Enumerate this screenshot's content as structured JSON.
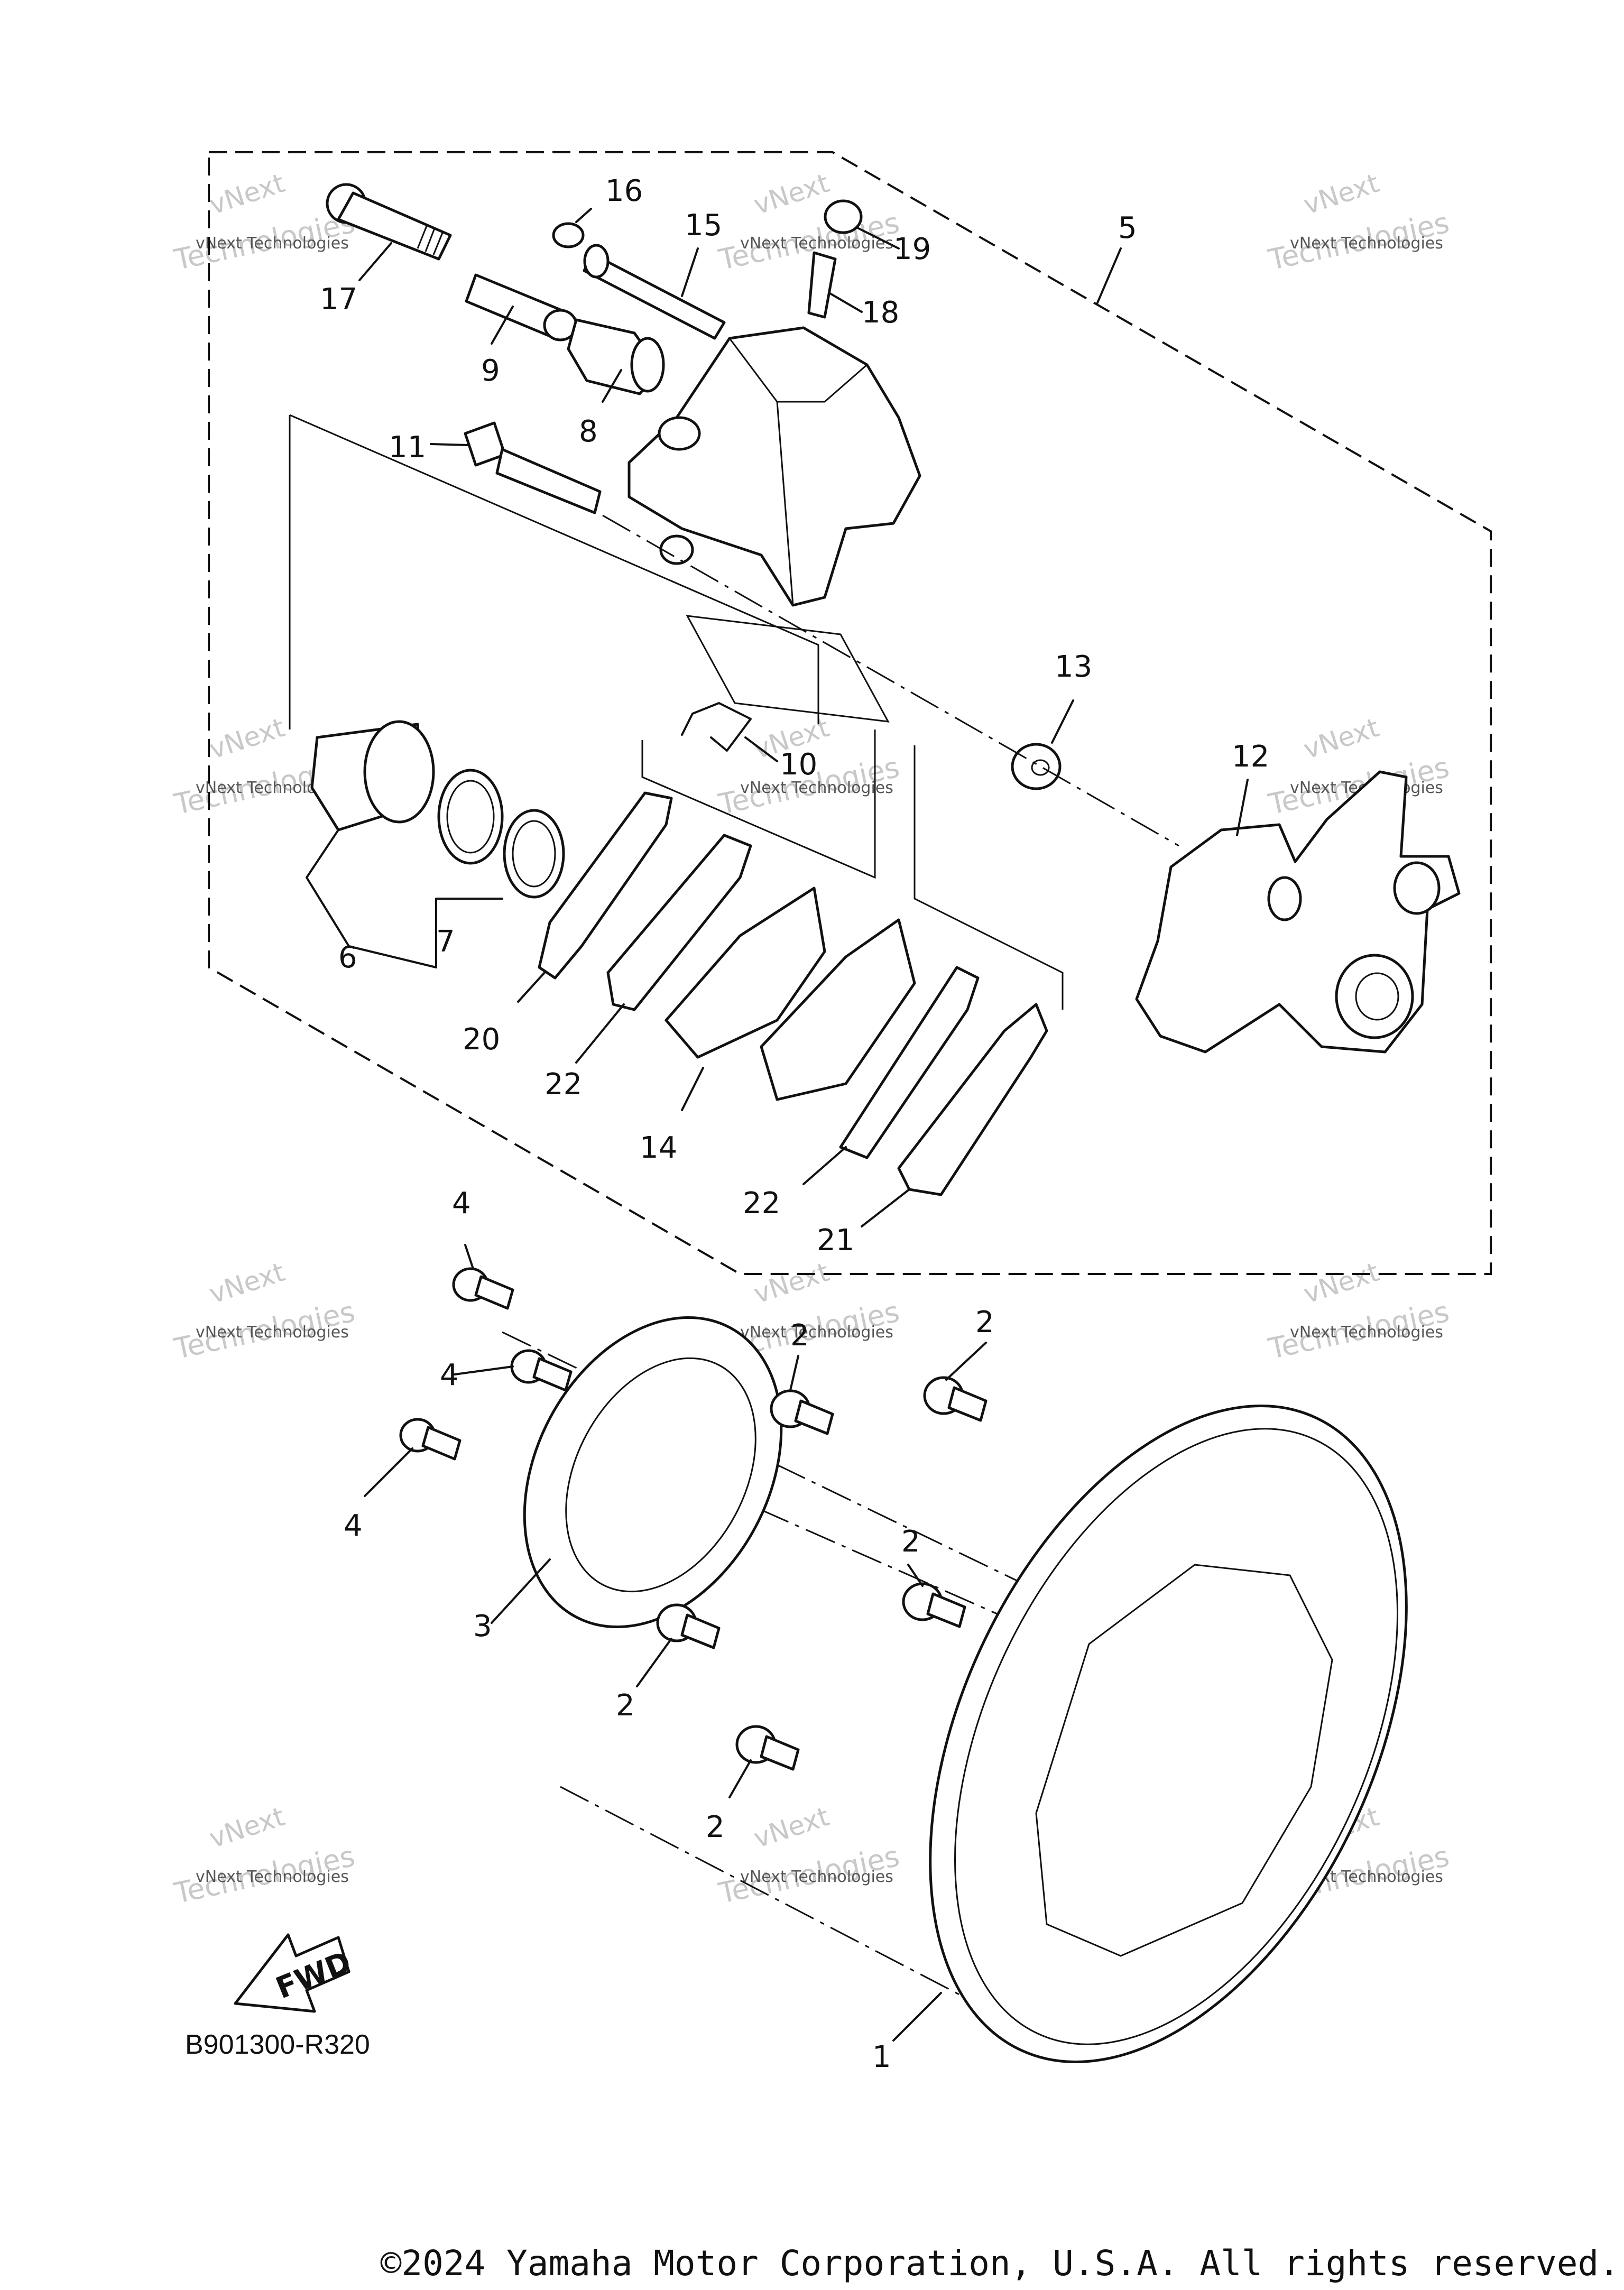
{
  "diagram": {
    "callouts": [
      {
        "id": "c16",
        "text": "16"
      },
      {
        "id": "c15",
        "text": "15"
      },
      {
        "id": "c19",
        "text": "19"
      },
      {
        "id": "c5",
        "text": "5"
      },
      {
        "id": "c17",
        "text": "17"
      },
      {
        "id": "c18",
        "text": "18"
      },
      {
        "id": "c9",
        "text": "9"
      },
      {
        "id": "c8",
        "text": "8"
      },
      {
        "id": "c11",
        "text": "11"
      },
      {
        "id": "c13",
        "text": "13"
      },
      {
        "id": "c10",
        "text": "10"
      },
      {
        "id": "c12",
        "text": "12"
      },
      {
        "id": "c6",
        "text": "6"
      },
      {
        "id": "c7",
        "text": "7"
      },
      {
        "id": "c20",
        "text": "20"
      },
      {
        "id": "c22a",
        "text": "22"
      },
      {
        "id": "c14",
        "text": "14"
      },
      {
        "id": "c22b",
        "text": "22"
      },
      {
        "id": "c21",
        "text": "21"
      },
      {
        "id": "c4a",
        "text": "4"
      },
      {
        "id": "c4b",
        "text": "4"
      },
      {
        "id": "c4c",
        "text": "4"
      },
      {
        "id": "c2a",
        "text": "2"
      },
      {
        "id": "c2b",
        "text": "2"
      },
      {
        "id": "c2c",
        "text": "2"
      },
      {
        "id": "c2d",
        "text": "2"
      },
      {
        "id": "c2e",
        "text": "2"
      },
      {
        "id": "c3",
        "text": "3"
      },
      {
        "id": "c1",
        "text": "1"
      }
    ],
    "fwd_label": "FWD",
    "diagram_code": "B901300-R320",
    "watermark_line1": "vNext Technologies",
    "watermark_line2": "vNext",
    "watermark_line3": "Technologies"
  },
  "copyright": "©2024 Yamaha Motor Corporation, U.S.A. All rights reserved."
}
